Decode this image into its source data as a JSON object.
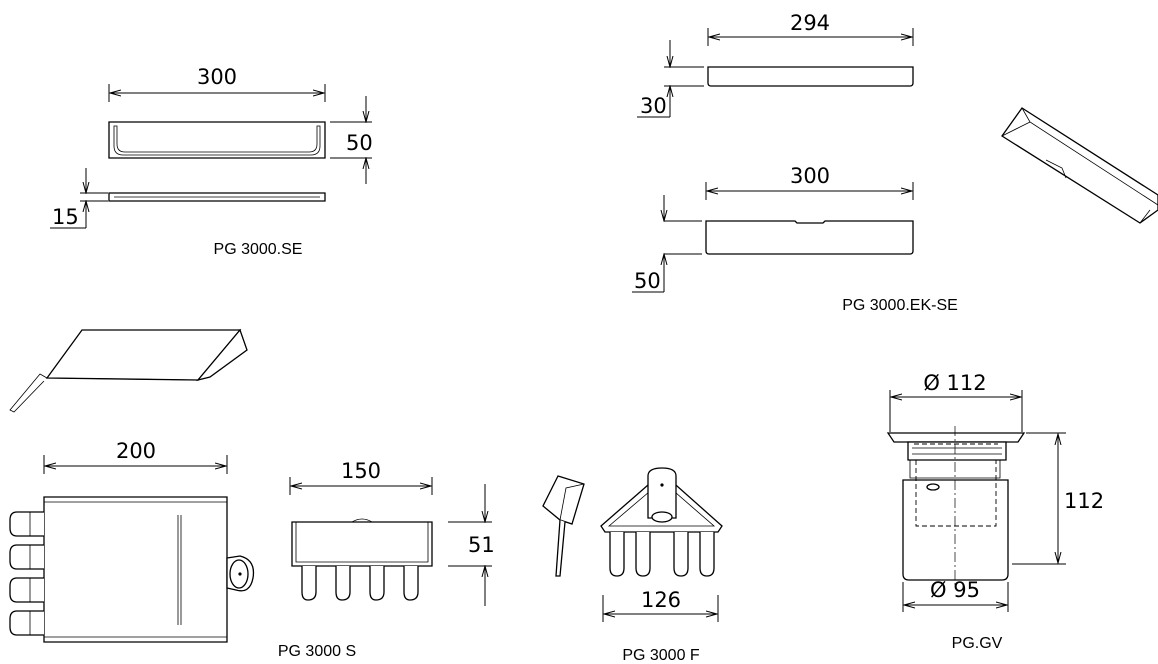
{
  "parts": {
    "se": {
      "caption": "PG 3000.SE",
      "dim_length": "300",
      "dim_height": "50",
      "dim_thickness": "15"
    },
    "ekse": {
      "caption": "PG 3000.EK-SE",
      "dim_top_length": "294",
      "dim_top_height": "30",
      "dim_bottom_length": "300",
      "dim_bottom_height": "50"
    },
    "s": {
      "caption": "PG 3000 S",
      "dim_width": "200",
      "dim_front_width": "150",
      "dim_height": "51"
    },
    "f": {
      "caption": "PG 3000 F",
      "dim_width": "126"
    },
    "gv": {
      "caption": "PG.GV",
      "dim_top_diameter": "Ø 112",
      "dim_height": "112",
      "dim_bottom_diameter": "Ø 95"
    }
  }
}
